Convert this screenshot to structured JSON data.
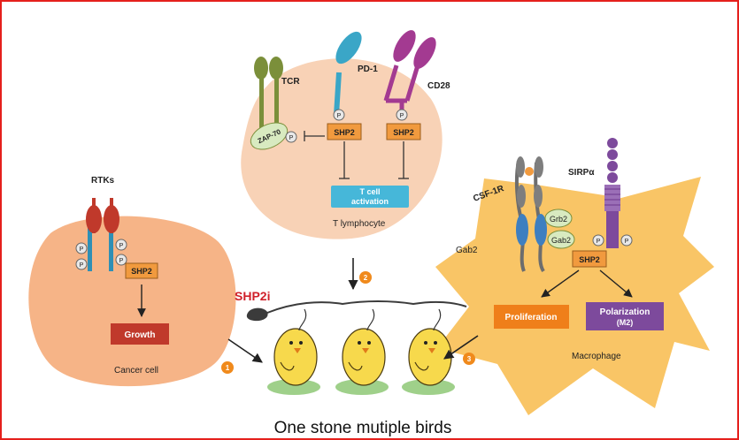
{
  "colors": {
    "frame": "#e5201c",
    "cell_fill": "#f8d2b6",
    "cancer_fill": "#f6b487",
    "macrophage_fill": "#f9c566",
    "shp2_box": "#f19a3e",
    "tcell_activation": "#46b7d9",
    "growth": "#c0392b",
    "proliferation": "#ef7f1a",
    "polarization": "#7d4a9c",
    "step_badge": "#f08a1c",
    "inhibitor_label": "#d0202a"
  },
  "labels": {
    "tcr": "TCR",
    "pd1": "PD-1",
    "cd28": "CD28",
    "zap70": "ZAP-70",
    "p": "P",
    "shp2": "SHP2",
    "tcell_activation_line1": "T cell",
    "tcell_activation_line2": "activation",
    "t_lymphocyte": "T lymphocyte",
    "rtks": "RTKs",
    "growth": "Growth",
    "cancer_cell": "Cancer cell",
    "csf1r": "CSF-1R",
    "sirpa": "SIRPα",
    "grb2": "Grb2",
    "gab2_inner": "Gab2",
    "gab2_outer": "Gab2",
    "proliferation": "Proliferation",
    "polarization_line1": "Polarization",
    "polarization_line2": "(M2)",
    "macrophage": "Macrophage",
    "shp2i": "SHP2i",
    "step1": "1",
    "step2": "2",
    "step3": "3",
    "caption": "One stone mutiple birds"
  },
  "icons": [
    "stone-icon",
    "bird-icon"
  ]
}
